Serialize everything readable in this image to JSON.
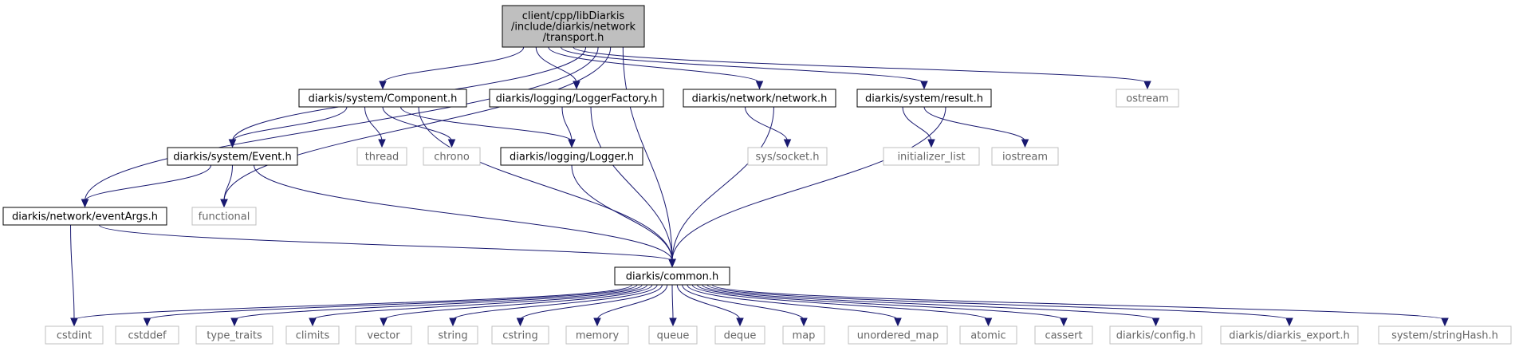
{
  "diagram": {
    "colors": {
      "edge": "#191970",
      "root_fill": "#bfbfbf",
      "external_border": "#bfbfbf",
      "external_text": "#666666"
    },
    "nodes": [
      {
        "id": "transport",
        "lines": [
          "client/cpp/libDiarkis",
          "/include/diarkis/network",
          "/transport.h"
        ],
        "kind": "root"
      },
      {
        "id": "component",
        "lines": [
          "diarkis/system/Component.h"
        ],
        "kind": "file"
      },
      {
        "id": "loggerfactory",
        "lines": [
          "diarkis/logging/LoggerFactory.h"
        ],
        "kind": "file"
      },
      {
        "id": "network",
        "lines": [
          "diarkis/network/network.h"
        ],
        "kind": "file"
      },
      {
        "id": "result",
        "lines": [
          "diarkis/system/result.h"
        ],
        "kind": "file"
      },
      {
        "id": "ostream",
        "lines": [
          "ostream"
        ],
        "kind": "external"
      },
      {
        "id": "event",
        "lines": [
          "diarkis/system/Event.h"
        ],
        "kind": "file"
      },
      {
        "id": "thread",
        "lines": [
          "thread"
        ],
        "kind": "external"
      },
      {
        "id": "chrono",
        "lines": [
          "chrono"
        ],
        "kind": "external"
      },
      {
        "id": "logger",
        "lines": [
          "diarkis/logging/Logger.h"
        ],
        "kind": "file"
      },
      {
        "id": "syssocket",
        "lines": [
          "sys/socket.h"
        ],
        "kind": "external"
      },
      {
        "id": "initlist",
        "lines": [
          "initializer_list"
        ],
        "kind": "external"
      },
      {
        "id": "iostream",
        "lines": [
          "iostream"
        ],
        "kind": "external"
      },
      {
        "id": "eventargs",
        "lines": [
          "diarkis/network/eventArgs.h"
        ],
        "kind": "file"
      },
      {
        "id": "functional",
        "lines": [
          "functional"
        ],
        "kind": "external"
      },
      {
        "id": "common",
        "lines": [
          "diarkis/common.h"
        ],
        "kind": "file"
      },
      {
        "id": "cstdint",
        "lines": [
          "cstdint"
        ],
        "kind": "external"
      },
      {
        "id": "cstddef",
        "lines": [
          "cstddef"
        ],
        "kind": "external"
      },
      {
        "id": "type_traits",
        "lines": [
          "type_traits"
        ],
        "kind": "external"
      },
      {
        "id": "climits",
        "lines": [
          "climits"
        ],
        "kind": "external"
      },
      {
        "id": "vector",
        "lines": [
          "vector"
        ],
        "kind": "external"
      },
      {
        "id": "string",
        "lines": [
          "string"
        ],
        "kind": "external"
      },
      {
        "id": "cstring",
        "lines": [
          "cstring"
        ],
        "kind": "external"
      },
      {
        "id": "memory",
        "lines": [
          "memory"
        ],
        "kind": "external"
      },
      {
        "id": "queue",
        "lines": [
          "queue"
        ],
        "kind": "external"
      },
      {
        "id": "deque",
        "lines": [
          "deque"
        ],
        "kind": "external"
      },
      {
        "id": "map",
        "lines": [
          "map"
        ],
        "kind": "external"
      },
      {
        "id": "unordered_map",
        "lines": [
          "unordered_map"
        ],
        "kind": "external"
      },
      {
        "id": "atomic",
        "lines": [
          "atomic"
        ],
        "kind": "external"
      },
      {
        "id": "cassert",
        "lines": [
          "cassert"
        ],
        "kind": "external"
      },
      {
        "id": "config",
        "lines": [
          "diarkis/config.h"
        ],
        "kind": "external"
      },
      {
        "id": "export",
        "lines": [
          "diarkis/diarkis_export.h"
        ],
        "kind": "external"
      },
      {
        "id": "stringhash",
        "lines": [
          "system/stringHash.h"
        ],
        "kind": "external"
      }
    ],
    "edges": [
      [
        "transport",
        "component"
      ],
      [
        "transport",
        "loggerfactory"
      ],
      [
        "transport",
        "network"
      ],
      [
        "transport",
        "result"
      ],
      [
        "transport",
        "ostream"
      ],
      [
        "transport",
        "event"
      ],
      [
        "transport",
        "eventargs"
      ],
      [
        "transport",
        "functional"
      ],
      [
        "transport",
        "common"
      ],
      [
        "component",
        "event"
      ],
      [
        "component",
        "thread"
      ],
      [
        "component",
        "chrono"
      ],
      [
        "component",
        "logger"
      ],
      [
        "component",
        "common"
      ],
      [
        "loggerfactory",
        "logger"
      ],
      [
        "loggerfactory",
        "common"
      ],
      [
        "network",
        "syssocket"
      ],
      [
        "network",
        "common"
      ],
      [
        "result",
        "initlist"
      ],
      [
        "result",
        "iostream"
      ],
      [
        "result",
        "common"
      ],
      [
        "event",
        "eventargs"
      ],
      [
        "event",
        "functional"
      ],
      [
        "event",
        "common"
      ],
      [
        "logger",
        "common"
      ],
      [
        "eventargs",
        "cstdint"
      ],
      [
        "eventargs",
        "common"
      ],
      [
        "common",
        "cstdint"
      ],
      [
        "common",
        "cstddef"
      ],
      [
        "common",
        "type_traits"
      ],
      [
        "common",
        "climits"
      ],
      [
        "common",
        "vector"
      ],
      [
        "common",
        "string"
      ],
      [
        "common",
        "cstring"
      ],
      [
        "common",
        "memory"
      ],
      [
        "common",
        "queue"
      ],
      [
        "common",
        "deque"
      ],
      [
        "common",
        "map"
      ],
      [
        "common",
        "unordered_map"
      ],
      [
        "common",
        "atomic"
      ],
      [
        "common",
        "cassert"
      ],
      [
        "common",
        "config"
      ],
      [
        "common",
        "export"
      ],
      [
        "common",
        "stringhash"
      ]
    ]
  }
}
